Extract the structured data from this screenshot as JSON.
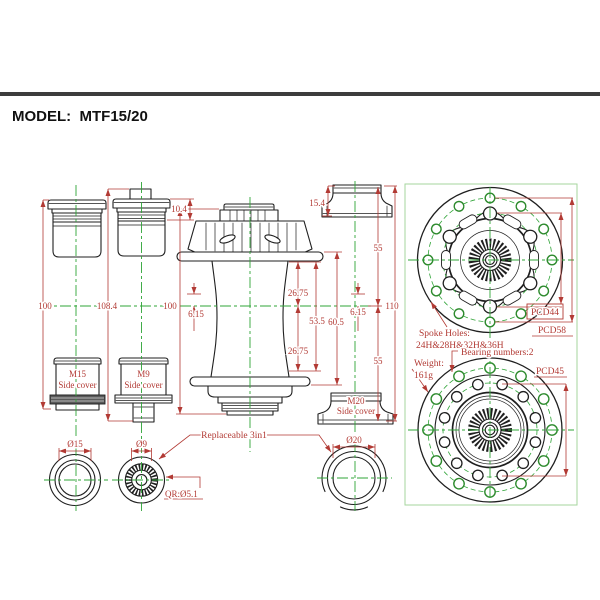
{
  "title": "MODEL:  MTF15/20",
  "colors": {
    "line": "#1f1f1f",
    "dim": "#b23a34",
    "center": "#2fa437",
    "panel": "#a6d69e",
    "hole": "#2d8a2d"
  },
  "dims": {
    "axle_left_len": "100",
    "axle_mid_len": "108.4",
    "axle_mid_cap": "10.4",
    "hub_shell_len": "100",
    "offset_left": "6.15",
    "flange_upper": "26.75",
    "flange_lower": "26.75",
    "flange_span": "53.5",
    "disc_span": "60.5",
    "offset_right": "6.15",
    "cap_height": "15.4",
    "half_top": "55",
    "half_bottom": "55",
    "overall": "110",
    "dia15": "Ø15",
    "dia9": "Ø9",
    "dia20": "Ø20",
    "qr": "QR:Ø5.1",
    "pcd44": "PCD44",
    "pcd58": "PCD58",
    "pcd45": "PCD45"
  },
  "labels": {
    "m15_1": "M15",
    "m15_2": "Side cover",
    "m9_1": "M9",
    "m9_2": "Side cover",
    "m20_1": "M20",
    "m20_2": "Side cover",
    "replaceable": "Replaceable 3in1",
    "spoke_1": "Spoke Holes:",
    "spoke_2": "24H&28H&32H&36H",
    "bearing": "Bearing numbers:2",
    "weight_1": "Weight:",
    "weight_2": "161g"
  }
}
